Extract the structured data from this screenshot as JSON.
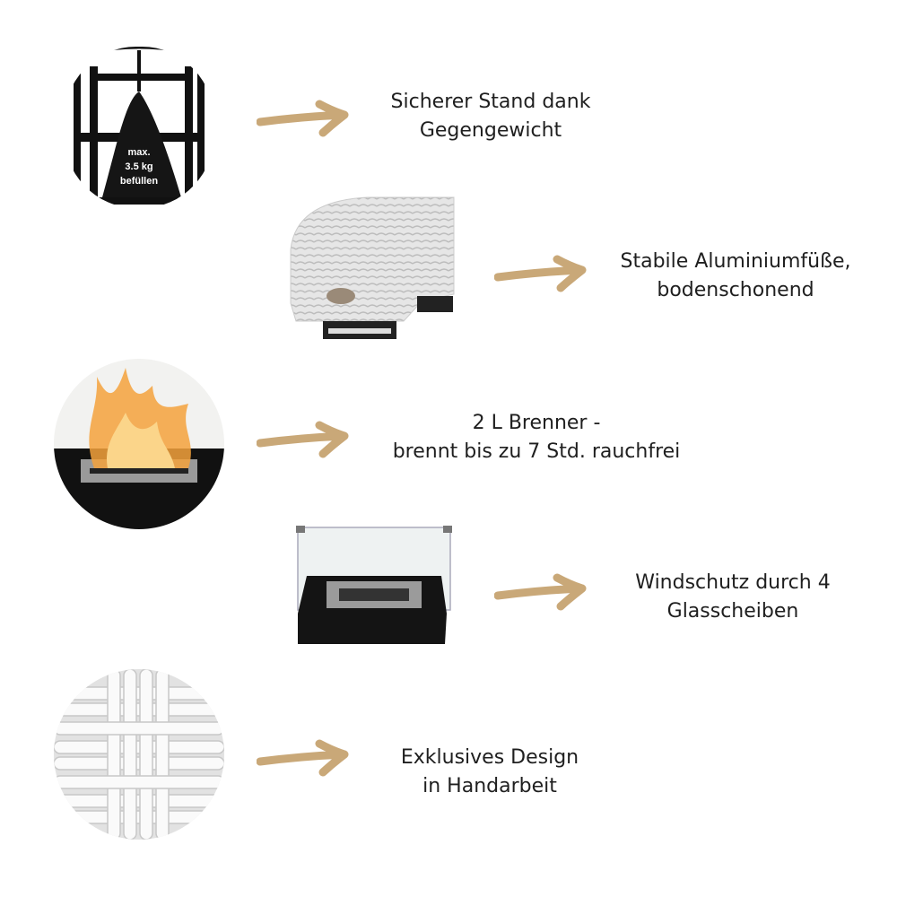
{
  "accent_color": "#c9a878",
  "features": [
    {
      "image": "counterweight-sandbag",
      "image_label": [
        "max.",
        "3.5 kg",
        "befüllen"
      ],
      "lines": [
        "Sicherer Stand dank",
        "Gegengewicht"
      ]
    },
    {
      "image": "rattan-aluminium-feet",
      "lines": [
        "Stabile Aluminiumfüße,",
        "bodenschonend"
      ]
    },
    {
      "image": "burner-flame",
      "lines": [
        "2 L Brenner -",
        "brennt bis zu 7 Std. rauchfrei"
      ]
    },
    {
      "image": "glass-windscreen",
      "lines": [
        "Windschutz durch 4",
        "Glasscheiben"
      ]
    },
    {
      "image": "white-weave-detail",
      "lines": [
        "Exklusives Design",
        "in Handarbeit"
      ]
    }
  ]
}
